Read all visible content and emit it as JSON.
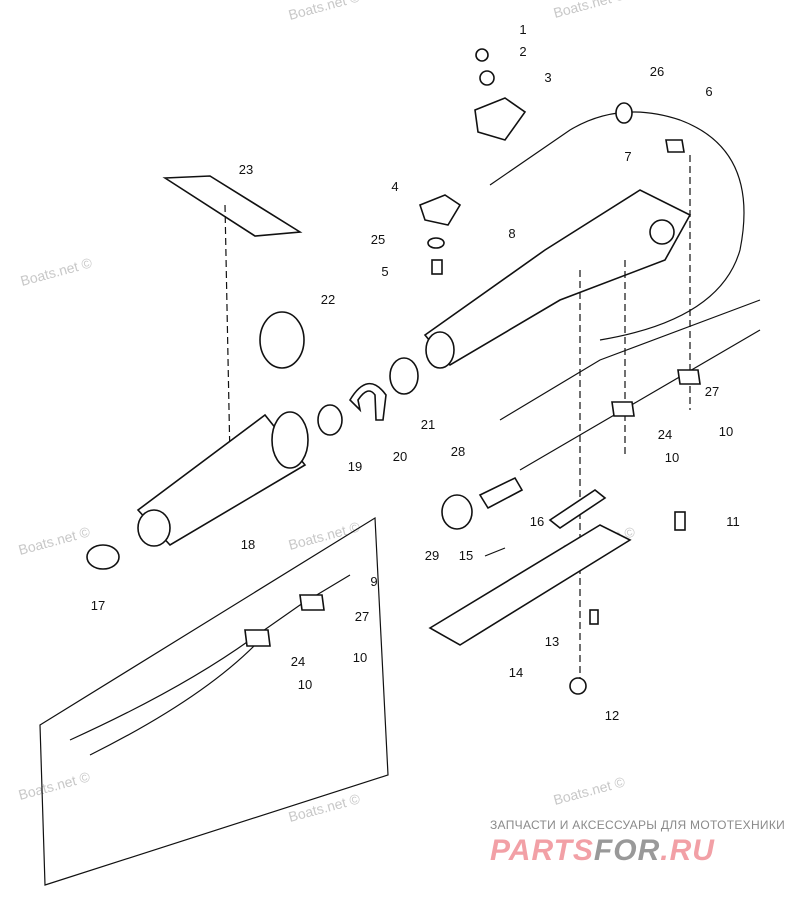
{
  "watermark": "Boats.net ©",
  "banner": {
    "subtitle": "ЗАПЧАСТИ И АКСЕССУАРЫ ДЛЯ МОТОТЕХНИКИ",
    "logo_part1": "PARTS",
    "logo_part2": "FOR",
    "logo_part3": ".RU"
  },
  "callouts": [
    "1",
    "2",
    "3",
    "26",
    "6",
    "7",
    "23",
    "4",
    "8",
    "25",
    "5",
    "22",
    "27",
    "10",
    "24",
    "10",
    "19",
    "20",
    "21",
    "28",
    "16",
    "11",
    "15",
    "29",
    "18",
    "17",
    "9",
    "27",
    "24",
    "10",
    "13",
    "14",
    "10",
    "12"
  ]
}
